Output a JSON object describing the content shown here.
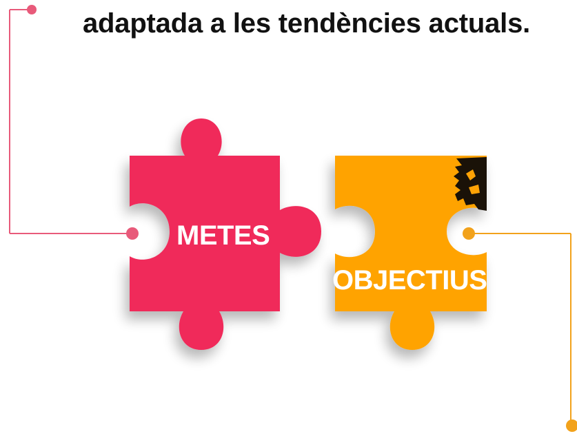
{
  "headline": {
    "text": "adaptada a les tendències actuals."
  },
  "pieces": {
    "left": {
      "label": "METES",
      "color": "#f0295a"
    },
    "right": {
      "label": "OBJECTIUS",
      "color": "#ffa305"
    }
  },
  "connectors": {
    "left_color": "#e85a7a",
    "right_color": "#f2a21b"
  },
  "emblem": {
    "icon": "dragon-emblem-icon"
  }
}
